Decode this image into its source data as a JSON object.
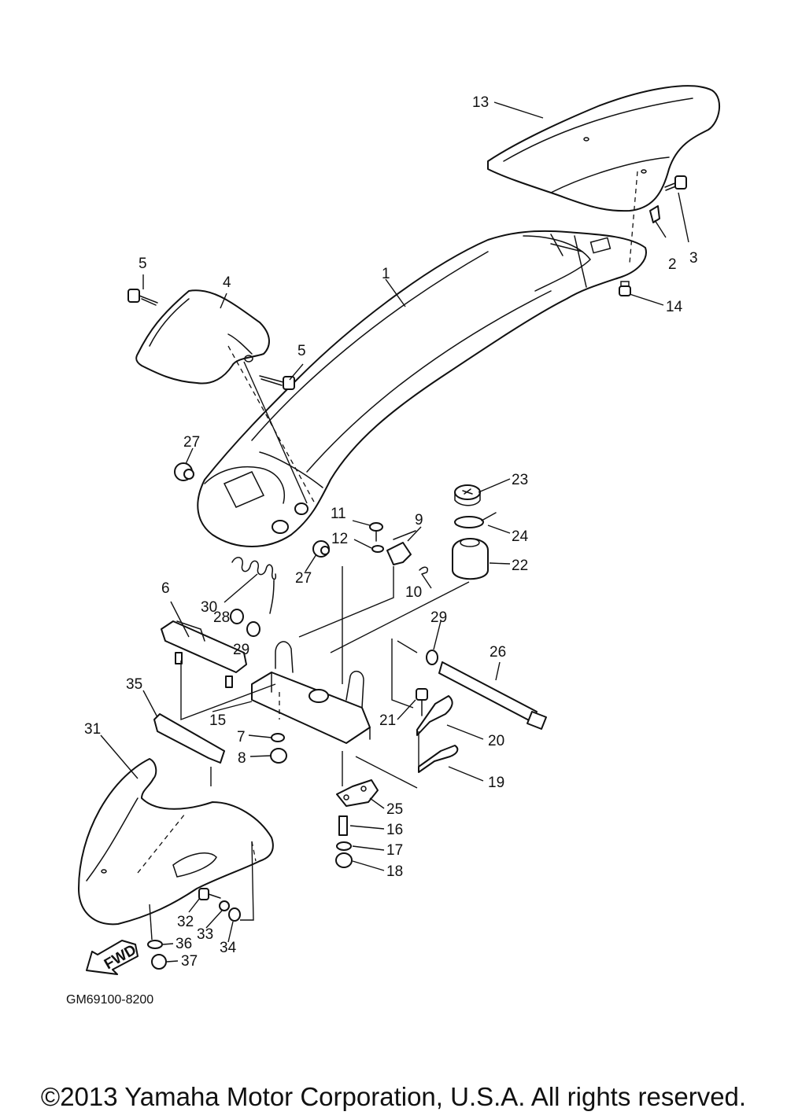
{
  "diagram_code": "GM69100-8200",
  "fwd_label": "FWD",
  "copyright": "©2013 Yamaha Motor Corporation, U.S.A. All rights reserved.",
  "callouts": {
    "p1": "1",
    "p2": "2",
    "p3": "3",
    "p4": "4",
    "p5a": "5",
    "p5b": "5",
    "p6": "6",
    "p7": "7",
    "p8": "8",
    "p9": "9",
    "p10": "10",
    "p11": "11",
    "p12": "12",
    "p13": "13",
    "p14": "14",
    "p15": "15",
    "p16": "16",
    "p17": "17",
    "p18": "18",
    "p19": "19",
    "p20": "20",
    "p21": "21",
    "p22": "22",
    "p23": "23",
    "p24": "24",
    "p25": "25",
    "p26": "26",
    "p27a": "27",
    "p27b": "27",
    "p28": "28",
    "p29a": "29",
    "p29b": "29",
    "p30": "30",
    "p31": "31",
    "p32": "32",
    "p33": "33",
    "p34": "34",
    "p35": "35",
    "p36": "36",
    "p37": "37"
  }
}
